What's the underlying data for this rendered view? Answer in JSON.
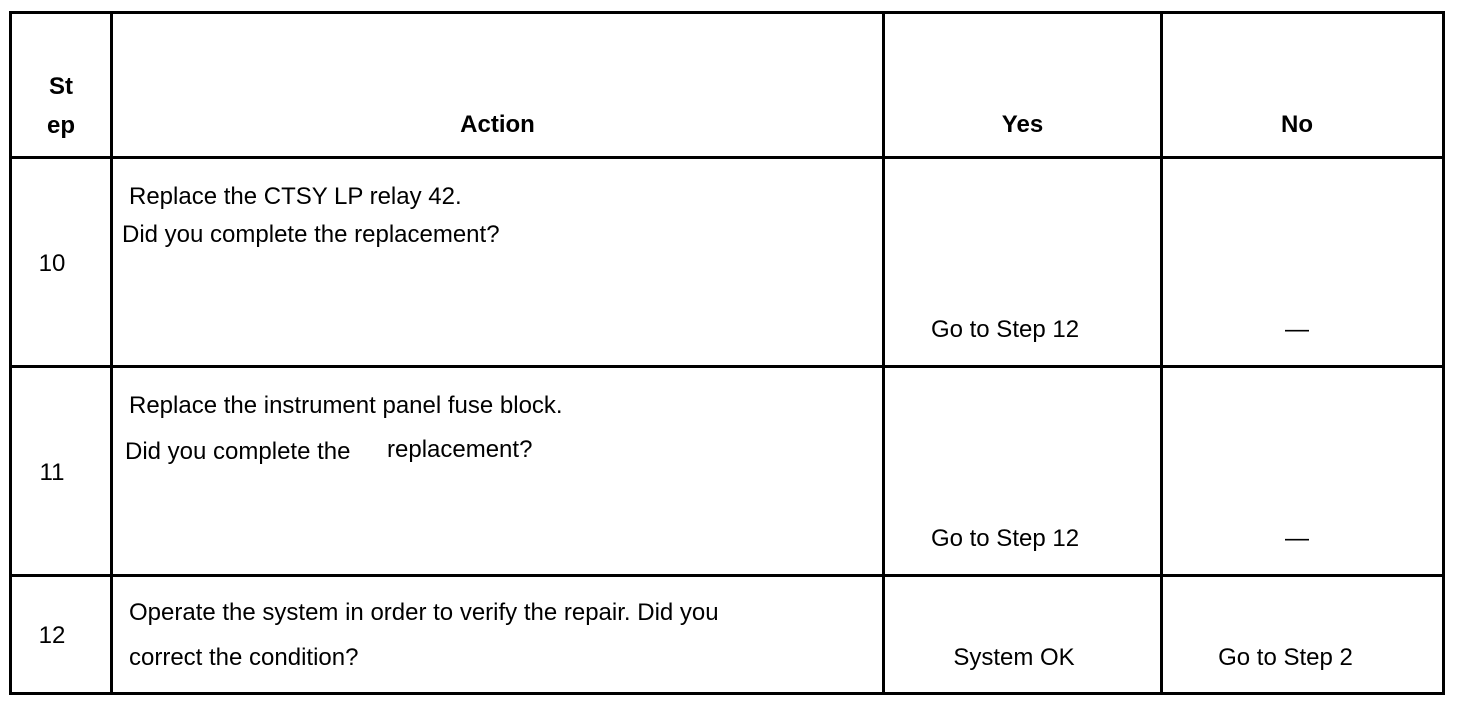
{
  "headers": {
    "step_line1": "St",
    "step_line2": "ep",
    "action": "Action",
    "yes": "Yes",
    "no": "No"
  },
  "rows": [
    {
      "step": "10",
      "action_lines": [
        "Replace the CTSY LP relay 42.",
        "Did you complete the replacement?"
      ],
      "yes": "Go to Step 12",
      "no": "—"
    },
    {
      "step": "11",
      "action_lines": [
        "Replace the instrument panel fuse block.",
        "Did you complete the",
        "replacement?"
      ],
      "yes": "Go to Step 12",
      "no": "—"
    },
    {
      "step": "12",
      "action_lines": [
        "Operate the system in order to verify the repair. Did you",
        "correct the condition?"
      ],
      "yes": "System OK",
      "no": "Go to Step 2"
    }
  ]
}
